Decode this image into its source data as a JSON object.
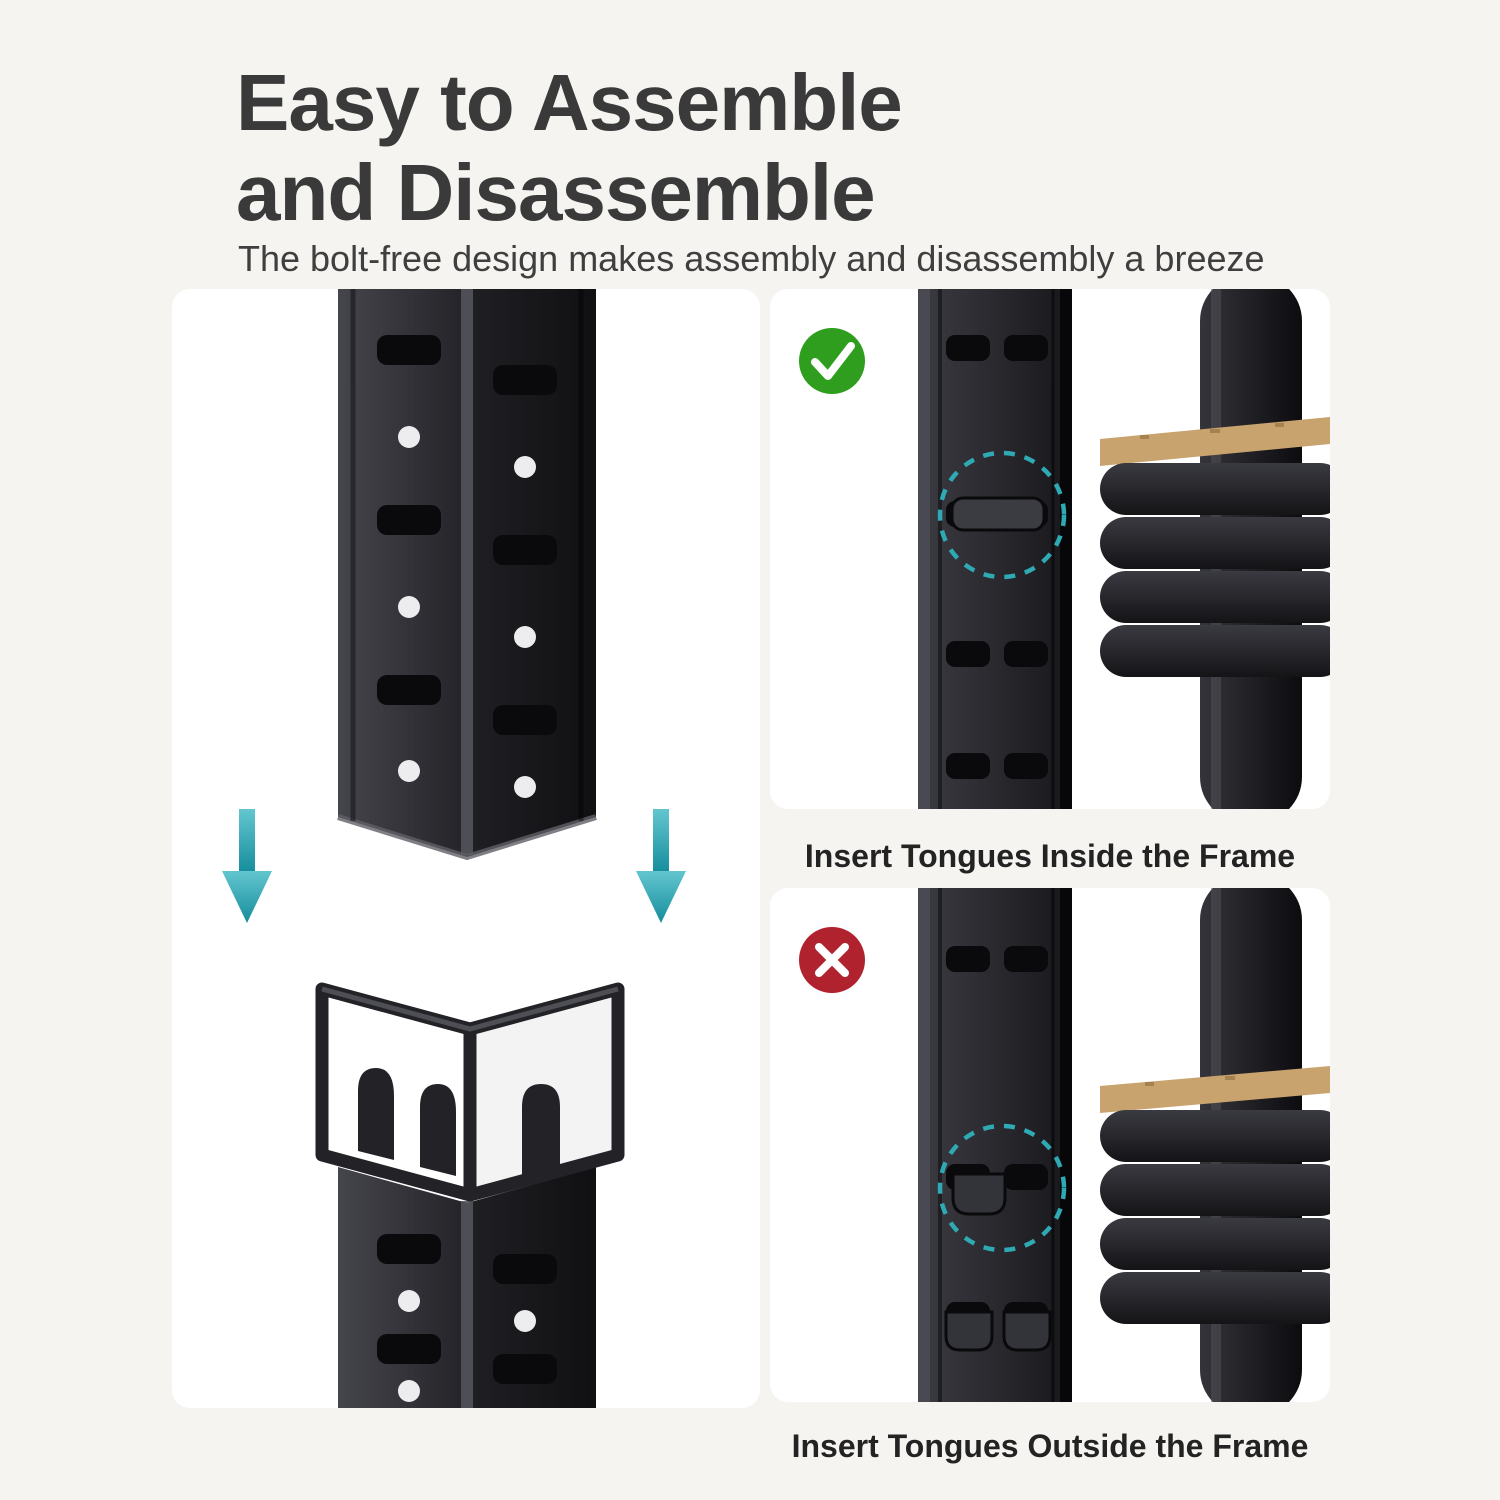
{
  "header": {
    "title_line1": "Easy to Assemble",
    "title_line2": "and Disassemble",
    "subtitle": "The bolt-free design makes assembly and disassembly a breeze"
  },
  "left_panel": {
    "content": "illustration of upright post, two down arrows, connector sleeve with hooks on lower post"
  },
  "right_top_panel": {
    "status": "correct",
    "caption": "Insert Tongues Inside the Frame"
  },
  "right_bottom_panel": {
    "status": "incorrect",
    "caption": "Insert Tongues Outside the Frame"
  },
  "icons": {
    "correct_badge": "check-icon",
    "incorrect_badge": "cross-icon",
    "assembly_direction": "arrow-down-icon",
    "emphasis": "dashed-circle-highlight"
  },
  "colors": {
    "background": "#f5f4f1",
    "accent_teal": "#2fa9b4",
    "success_green": "#2f9e1f",
    "error_red": "#b0232e",
    "metal_black": "#232327",
    "wood_tan": "#c9a36e",
    "text_dark": "#3a3a3a"
  }
}
